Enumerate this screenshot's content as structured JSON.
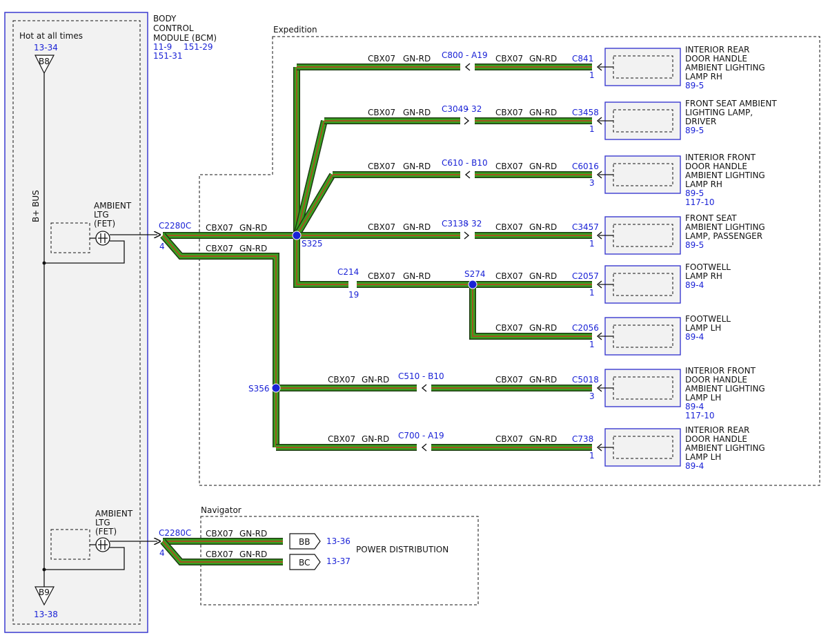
{
  "bcm": {
    "title": [
      "BODY",
      "CONTROL",
      "MODULE (BCM)"
    ],
    "refs": [
      "11-9",
      "151-29",
      "151-31"
    ],
    "hot_label": "Hot at all times",
    "top_ref": "13-34",
    "top_pin": "B8",
    "bus_label": "B+ BUS",
    "fet_label": [
      "AMBIENT",
      "LTG",
      "(FET)"
    ],
    "bottom_pin": "B9",
    "bottom_ref": "13-38"
  },
  "expedition": {
    "label": "Expedition",
    "main_connector": "C2280C",
    "main_pin": "4",
    "wire_code": "CBX07",
    "wire_color": "GN-RD",
    "splices": [
      "S325",
      "S356",
      "S274"
    ],
    "c214": {
      "name": "C214",
      "pin": "19"
    },
    "loads": [
      {
        "inline": "C800",
        "inline_pin": "A19",
        "conn": "C841",
        "pin": "1",
        "name": [
          "INTERIOR REAR",
          "DOOR HANDLE",
          "AMBIENT LIGHTING",
          "LAMP RH"
        ],
        "refs": [
          "89-5"
        ]
      },
      {
        "inline": "C3049",
        "inline_pin": "32",
        "conn": "C3458",
        "pin": "1",
        "name": [
          "FRONT SEAT AMBIENT",
          "LIGHTING LAMP,",
          "DRIVER"
        ],
        "refs": [
          "89-5"
        ]
      },
      {
        "inline": "C610",
        "inline_pin": "B10",
        "conn": "C6016",
        "pin": "3",
        "name": [
          "INTERIOR FRONT",
          "DOOR HANDLE",
          "AMBIENT LIGHTING",
          "LAMP RH"
        ],
        "refs": [
          "89-5",
          "117-10"
        ]
      },
      {
        "inline": "C3138",
        "inline_pin": "32",
        "conn": "C3457",
        "pin": "1",
        "name": [
          "FRONT SEAT",
          "AMBIENT LIGHTING",
          "LAMP, PASSENGER"
        ],
        "refs": [
          "89-5"
        ]
      },
      {
        "inline": "",
        "inline_pin": "",
        "conn": "C2057",
        "pin": "1",
        "name": [
          "FOOTWELL",
          "LAMP RH"
        ],
        "refs": [
          "89-4"
        ]
      },
      {
        "inline": "",
        "inline_pin": "",
        "conn": "C2056",
        "pin": "1",
        "name": [
          "FOOTWELL",
          "LAMP LH"
        ],
        "refs": [
          "89-4"
        ]
      },
      {
        "inline": "C510",
        "inline_pin": "B10",
        "conn": "C5018",
        "pin": "3",
        "name": [
          "INTERIOR FRONT",
          "DOOR HANDLE",
          "AMBIENT LIGHTING",
          "LAMP LH"
        ],
        "refs": [
          "89-4",
          "117-10"
        ]
      },
      {
        "inline": "C700",
        "inline_pin": "A19",
        "conn": "C738",
        "pin": "1",
        "name": [
          "INTERIOR REAR",
          "DOOR HANDLE",
          "AMBIENT LIGHTING",
          "LAMP LH"
        ],
        "refs": [
          "89-4"
        ]
      }
    ]
  },
  "navigator": {
    "label": "Navigator",
    "connector": "C2280C",
    "pin": "4",
    "wire_code": "CBX07",
    "wire_color": "GN-RD",
    "outputs": [
      {
        "tag": "BB",
        "ref": "13-36"
      },
      {
        "tag": "BC",
        "ref": "13-37"
      }
    ],
    "destination": "POWER DISTRIBUTION"
  },
  "colors": {
    "wire_outline": "#1d3a12",
    "wire_main": "#3aa020",
    "wire_stripe": "#c43a20",
    "ref_text": "#1a22d6",
    "splice": "#1a22d6"
  }
}
